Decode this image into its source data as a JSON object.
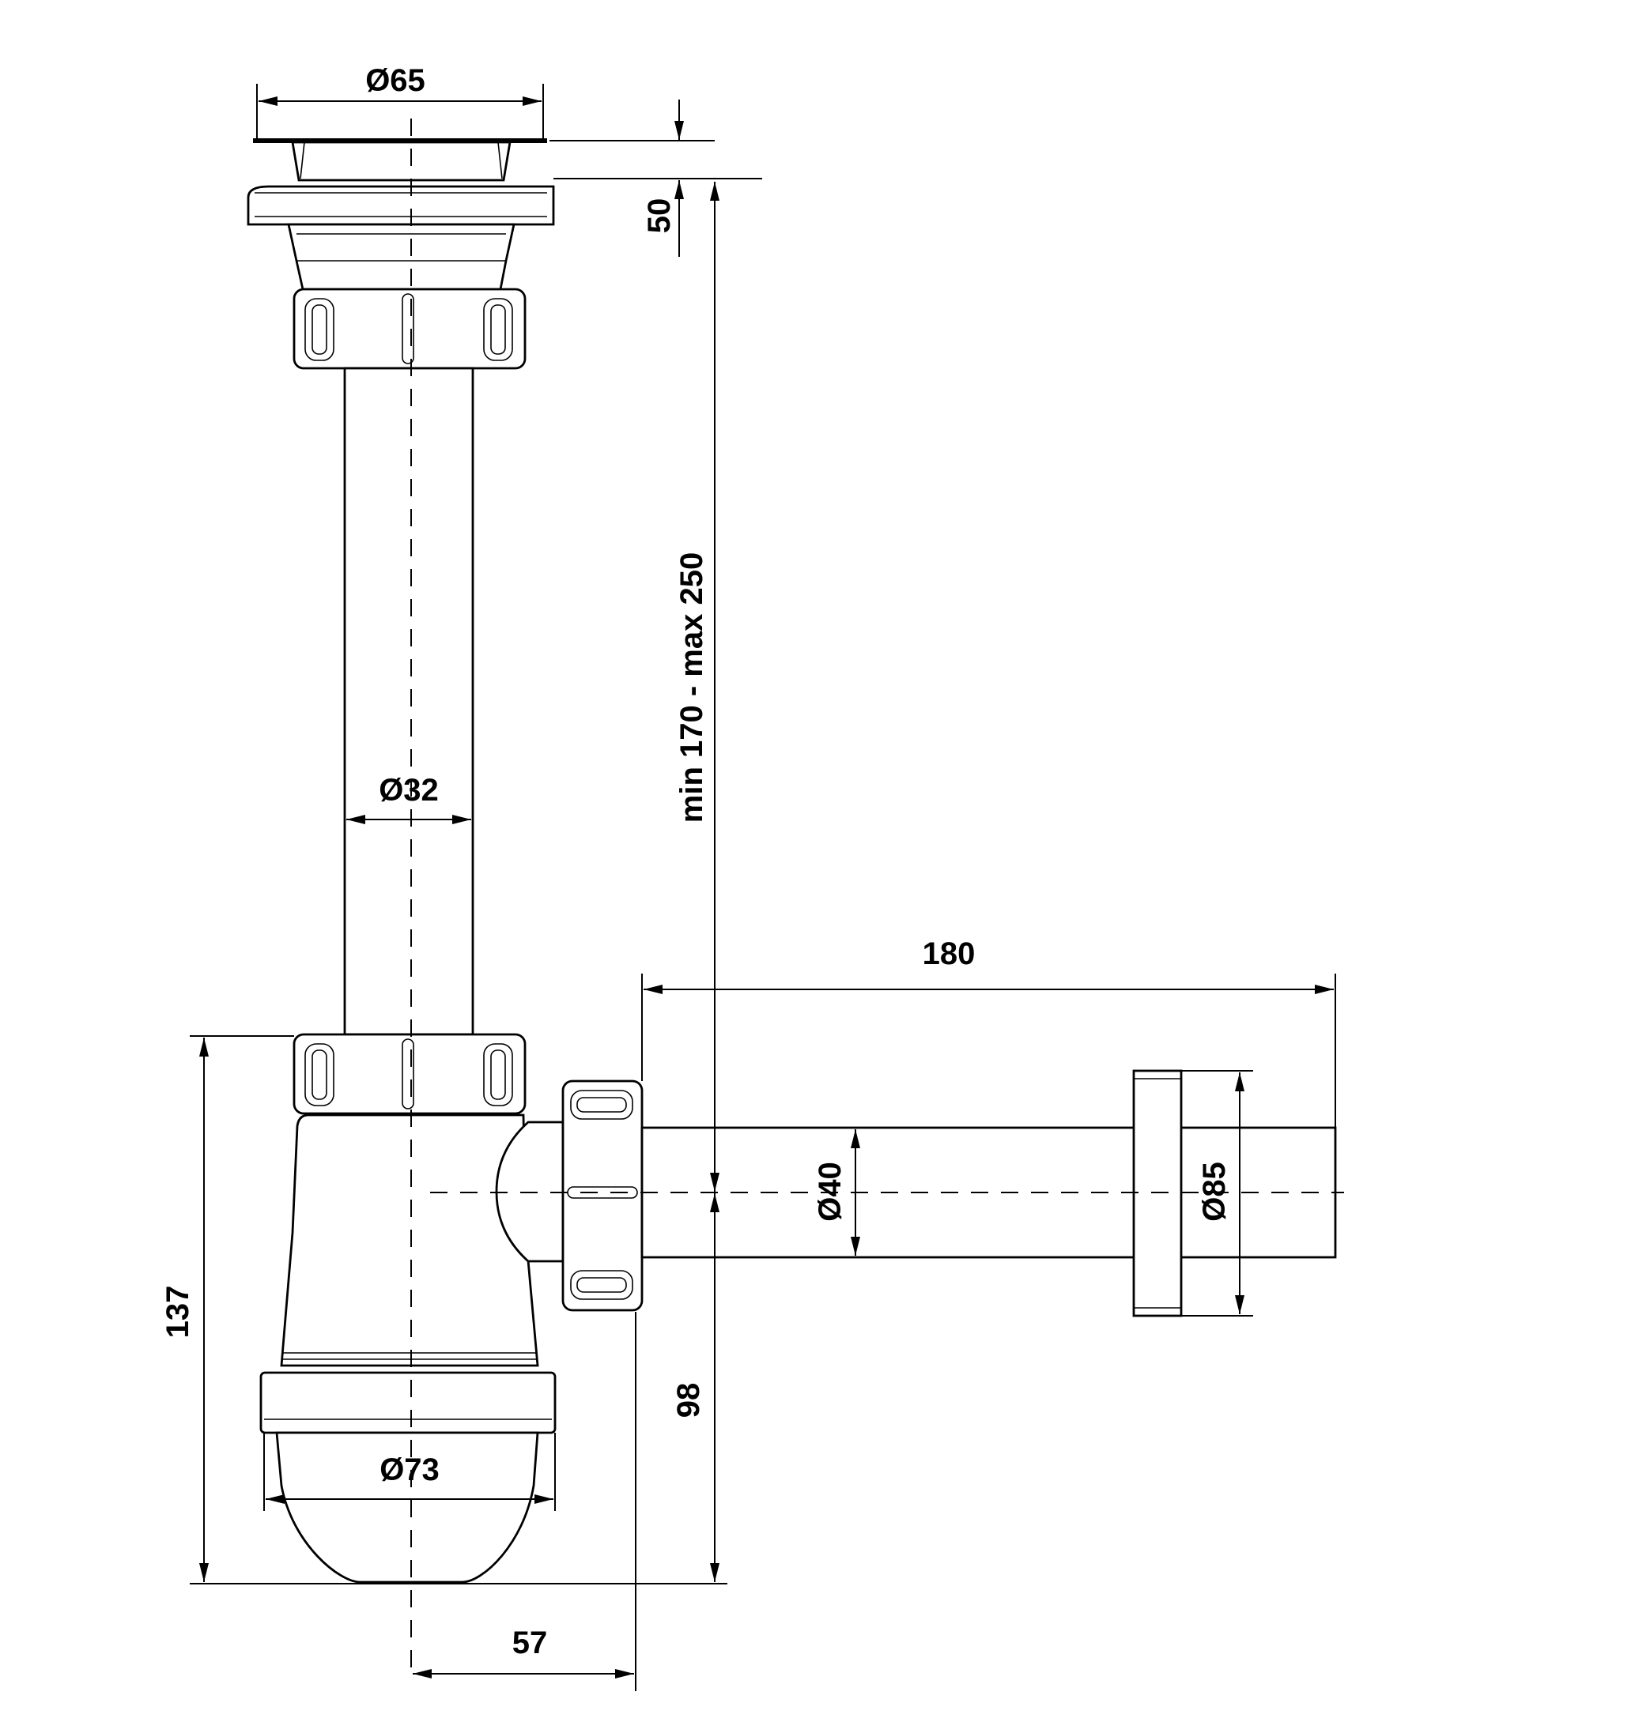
{
  "drawing": {
    "dimensions": {
      "plug_diameter": "Ø65",
      "plug_height": "50",
      "tube_diameter": "Ø32",
      "total_height": "min 170 - max 250",
      "outlet_length": "180",
      "outlet_diameter": "Ø40",
      "flange_diameter": "Ø85",
      "bottle_height": "137",
      "outlet_height": "98",
      "bottle_diameter": "Ø73",
      "outlet_offset": "57"
    },
    "colors": {
      "line": "#000000",
      "background": "#ffffff"
    }
  }
}
